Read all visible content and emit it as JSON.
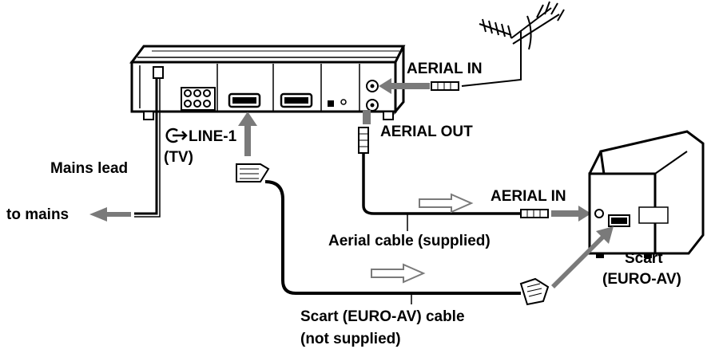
{
  "labels": {
    "aerial_in_top": "AERIAL IN",
    "aerial_out": "AERIAL OUT",
    "line1": "LINE-1",
    "tv": "(TV)",
    "mains_lead": "Mains lead",
    "to_mains": "to mains",
    "aerial_in_tv": "AERIAL IN",
    "aerial_cable": "Aerial cable (supplied)",
    "scart": "Scart",
    "euro_av": "(EURO-AV)",
    "scart_cable": "Scart (EURO-AV) cable",
    "not_supplied": "(not supplied)"
  },
  "icons": {
    "line_input": "line-input-icon",
    "antenna": "antenna-icon"
  },
  "colors": {
    "arrow": "#7a7a7a",
    "line": "#000000",
    "vcr_body": "#ffffff"
  }
}
